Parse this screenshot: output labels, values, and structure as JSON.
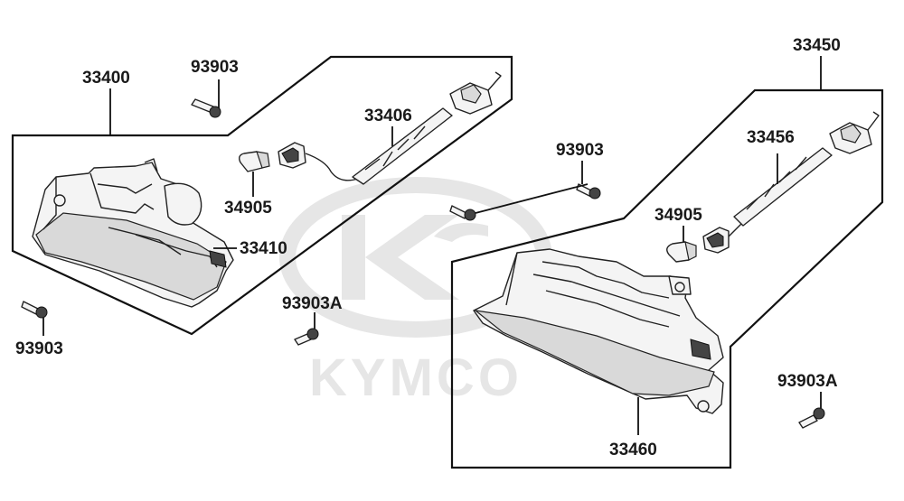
{
  "watermark": {
    "brand": "KYMCO",
    "logo": "kymco-logo",
    "color": "#e6e6e6"
  },
  "ink_color": "#111111",
  "labels": {
    "p33400": "33400",
    "p93903_top": "93903",
    "p33406": "33406",
    "p34905_left": "34905",
    "p33410": "33410",
    "p93903_left": "93903",
    "p93903a_center": "93903A",
    "p93903_center": "93903",
    "p33450": "33450",
    "p33456": "33456",
    "p34905_right": "34905",
    "p93903a_right": "93903A",
    "p33460": "33460"
  }
}
